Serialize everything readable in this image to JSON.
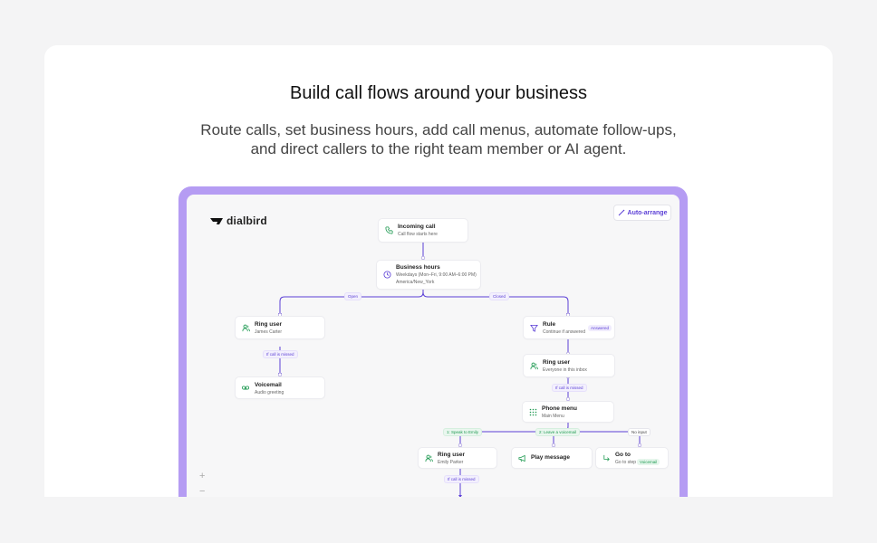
{
  "header": {
    "title": "Build call flows around your business",
    "subtitle_line1": "Route calls, set business hours, add call menus, automate follow-ups,",
    "subtitle_line2": "and direct callers to the right team member or AI agent."
  },
  "app": {
    "logo_text": "dialbird",
    "auto_arrange_label": "Auto-arrange",
    "zoom_in": "+",
    "zoom_out": "−"
  },
  "nodes": {
    "incoming": {
      "title": "Incoming call",
      "subtitle": "Call flow starts here"
    },
    "hours": {
      "title": "Business hours",
      "subtitle1": "Weekdays (Mon–Fri, 9:00 AM–6:00 PM)",
      "subtitle2": "America/New_York"
    },
    "ring_james": {
      "title": "Ring user",
      "subtitle": "James Carter"
    },
    "voicemail": {
      "title": "Voicemail",
      "subtitle": "Audio greeting"
    },
    "rule": {
      "title": "Rule",
      "subtitle": "Continue if answered",
      "badge": "Answered"
    },
    "ring_everyone": {
      "title": "Ring user",
      "subtitle": "Everyone in this inbox"
    },
    "phone_menu": {
      "title": "Phone menu",
      "subtitle": "Main Menu"
    },
    "ring_emily": {
      "title": "Ring user",
      "subtitle": "Emily Parker"
    },
    "play_message": {
      "title": "Play message"
    },
    "goto": {
      "title": "Go to",
      "subtitle": "Go to step",
      "badge": "Voicemail"
    }
  },
  "edges": {
    "open": "Open",
    "closed": "Closed",
    "missed1": "If call is missed",
    "missed2": "If call is missed",
    "missed3": "If call is missed",
    "opt1": "1: Speak to Emily",
    "opt2": "2: Leave a voicemail",
    "no_input": "No input"
  },
  "colors": {
    "accent": "#5b3fd6",
    "frame": "#b59cf3",
    "green": "#1f9a52"
  }
}
